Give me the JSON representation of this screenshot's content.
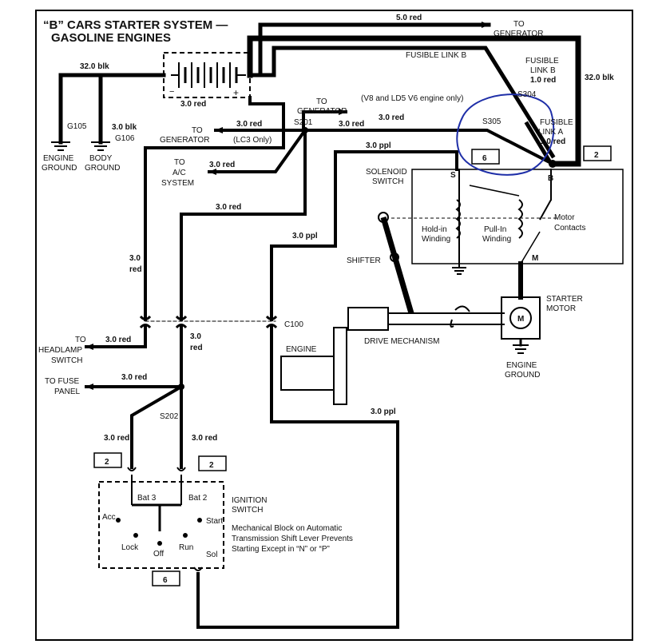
{
  "title": {
    "line1": "“B” CARS STARTER SYSTEM —",
    "line2": "GASOLINE ENGINES"
  },
  "wires": {
    "w50red": "5.0 red",
    "to_generator_top": [
      "TO",
      "GENERATOR"
    ],
    "fusible_link_b_wire": "FUSIBLE LINK B",
    "w320blk_left": "32.0 blk",
    "w320blk_right": "32.0 blk",
    "w30red_battery": "3.0 red",
    "w30blk": "3.0 blk",
    "w30red_s201": "3.0 red",
    "w30red_s305": "3.0 red",
    "w30red_gen": "3.0 red",
    "w30red_ac": "3.0 red",
    "w30ppl_top": "3.0 ppl",
    "w30red_mid": "3.0 red",
    "w30ppl_left": "3.0 ppl",
    "w30red_vertical": [
      "3.0",
      "red"
    ],
    "w30red_headlamp": "3.0 red",
    "w30red_vertical2": [
      "3.0",
      "red"
    ],
    "w30red_fuse": "3.0 red",
    "w30ppl_bottom": "3.0 ppl",
    "w30red_bat3": "3.0 red",
    "w30red_bat2": "3.0 red"
  },
  "labels": {
    "fusible_link_b": [
      "FUSIBLE",
      "LINK B",
      "1.0 red"
    ],
    "fusible_link_a": [
      "FUSIBLE",
      "LINK A",
      "1.0 red"
    ],
    "v8_note": "(V8 and LD5 V6 engine only)",
    "to_generator_mid": [
      "TO",
      "GENERATOR"
    ],
    "to_generator_left": [
      "TO",
      "GENERATOR"
    ],
    "lc3_only": "(LC3 Only)",
    "to_ac": [
      "TO",
      "A/C",
      "SYSTEM"
    ],
    "s304": "S304",
    "s305": "S305",
    "s201": "S201",
    "s202": "S202",
    "c100": "C100",
    "g105": "G105",
    "g106": "G106",
    "engine_ground": [
      "ENGINE",
      "GROUND"
    ],
    "body_ground": [
      "BODY",
      "GROUND"
    ],
    "solenoid_switch": [
      "SOLENOID",
      "SWITCH"
    ],
    "term_s": "S",
    "term_b": "B",
    "term_m": "M",
    "hold_in": [
      "Hold-in",
      "Winding"
    ],
    "pull_in": [
      "Pull-In",
      "Winding"
    ],
    "motor_contacts": [
      "Motor",
      "Contacts"
    ],
    "shifter": "SHIFTER",
    "starter_motor": [
      "STARTER",
      "MOTOR"
    ],
    "motor_symbol": "M",
    "drive_mechanism": "DRIVE MECHANISM",
    "engine": "ENGINE",
    "engine_ground_bottom": [
      "ENGINE",
      "GROUND"
    ],
    "to_headlamp": [
      "TO",
      "HEADLAMP",
      "SWITCH"
    ],
    "to_fuse_panel": [
      "TO FUSE",
      "PANEL"
    ],
    "ignition_switch": [
      "IGNITION",
      "SWITCH"
    ],
    "ign_note": [
      "Mechanical Block on Automatic",
      "Transmission Shift Lever Prevents",
      "Starting Except in “N” or “P”"
    ],
    "bat3": "Bat 3",
    "bat2": "Bat 2",
    "acc": "Acc",
    "lock": "Lock",
    "off": "Off",
    "run": "Run",
    "start": "Start",
    "sol": "Sol",
    "box_6_top": "6",
    "box_2_top": "2",
    "box_2_left": "2",
    "box_2_right": "2",
    "box_6_bottom": "6"
  },
  "colors": {
    "wire": "#000000",
    "annotation": "#1f2fa8"
  }
}
